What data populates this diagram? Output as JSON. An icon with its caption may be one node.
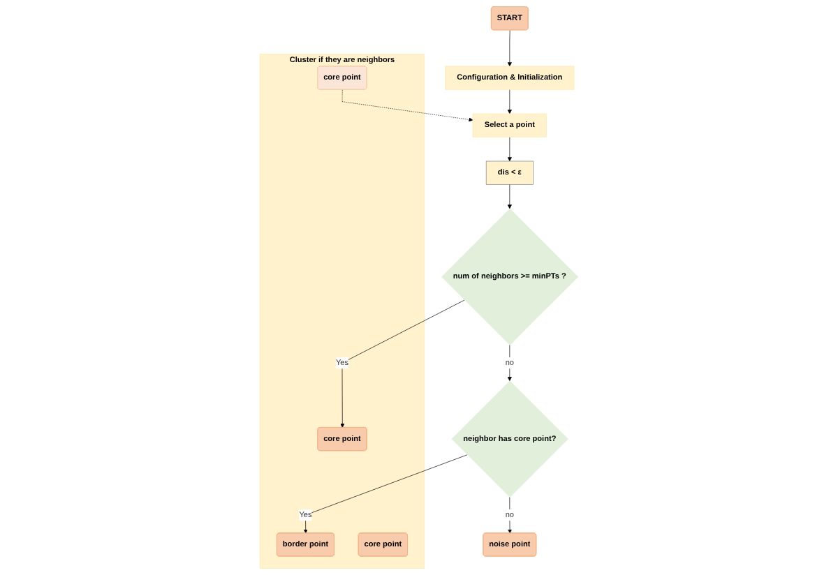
{
  "diagram": {
    "nodes": [
      {
        "text": [
          "START"
        ]
      },
      {
        "text": [
          "Configuration & Initialization"
        ]
      },
      {
        "text": [
          "Select a point"
        ]
      },
      {
        "text": [
          "dis < ε"
        ]
      },
      {
        "text": [
          "num of neighbors >= minPTs ?"
        ]
      },
      {
        "text": [
          "neighbor has core point?"
        ]
      },
      {
        "text": [
          "noise point"
        ]
      },
      {
        "text": [
          "Cluster if they are neighbors"
        ]
      },
      {
        "text": [
          "border point"
        ],
        "in": 7
      },
      {
        "text": [
          "core point"
        ],
        "in": 7
      },
      {
        "text": [
          "core point"
        ],
        "in": 7
      },
      {
        "text": [
          "core point"
        ],
        "in": 7
      }
    ],
    "edges": [
      {
        "from": 0,
        "to": 1,
        "arrow": "to"
      },
      {
        "from": 1,
        "to": 2,
        "arrow": "to"
      },
      {
        "from": 2,
        "to": 3,
        "arrow": "to"
      },
      {
        "from": 3,
        "to": 4,
        "arrow": "to"
      },
      {
        "from": 4,
        "to": 9,
        "label": "Yes",
        "arrow": "to"
      },
      {
        "from": 4,
        "to": 5,
        "label": "no",
        "arrow": "to"
      },
      {
        "from": 5,
        "to": 8,
        "label": "Yes",
        "arrow": "to"
      },
      {
        "from": 5,
        "to": 6,
        "label": "no",
        "arrow": "to"
      },
      {
        "from": 11,
        "to": 2,
        "arrow": "to",
        "style": "dashed"
      }
    ]
  }
}
